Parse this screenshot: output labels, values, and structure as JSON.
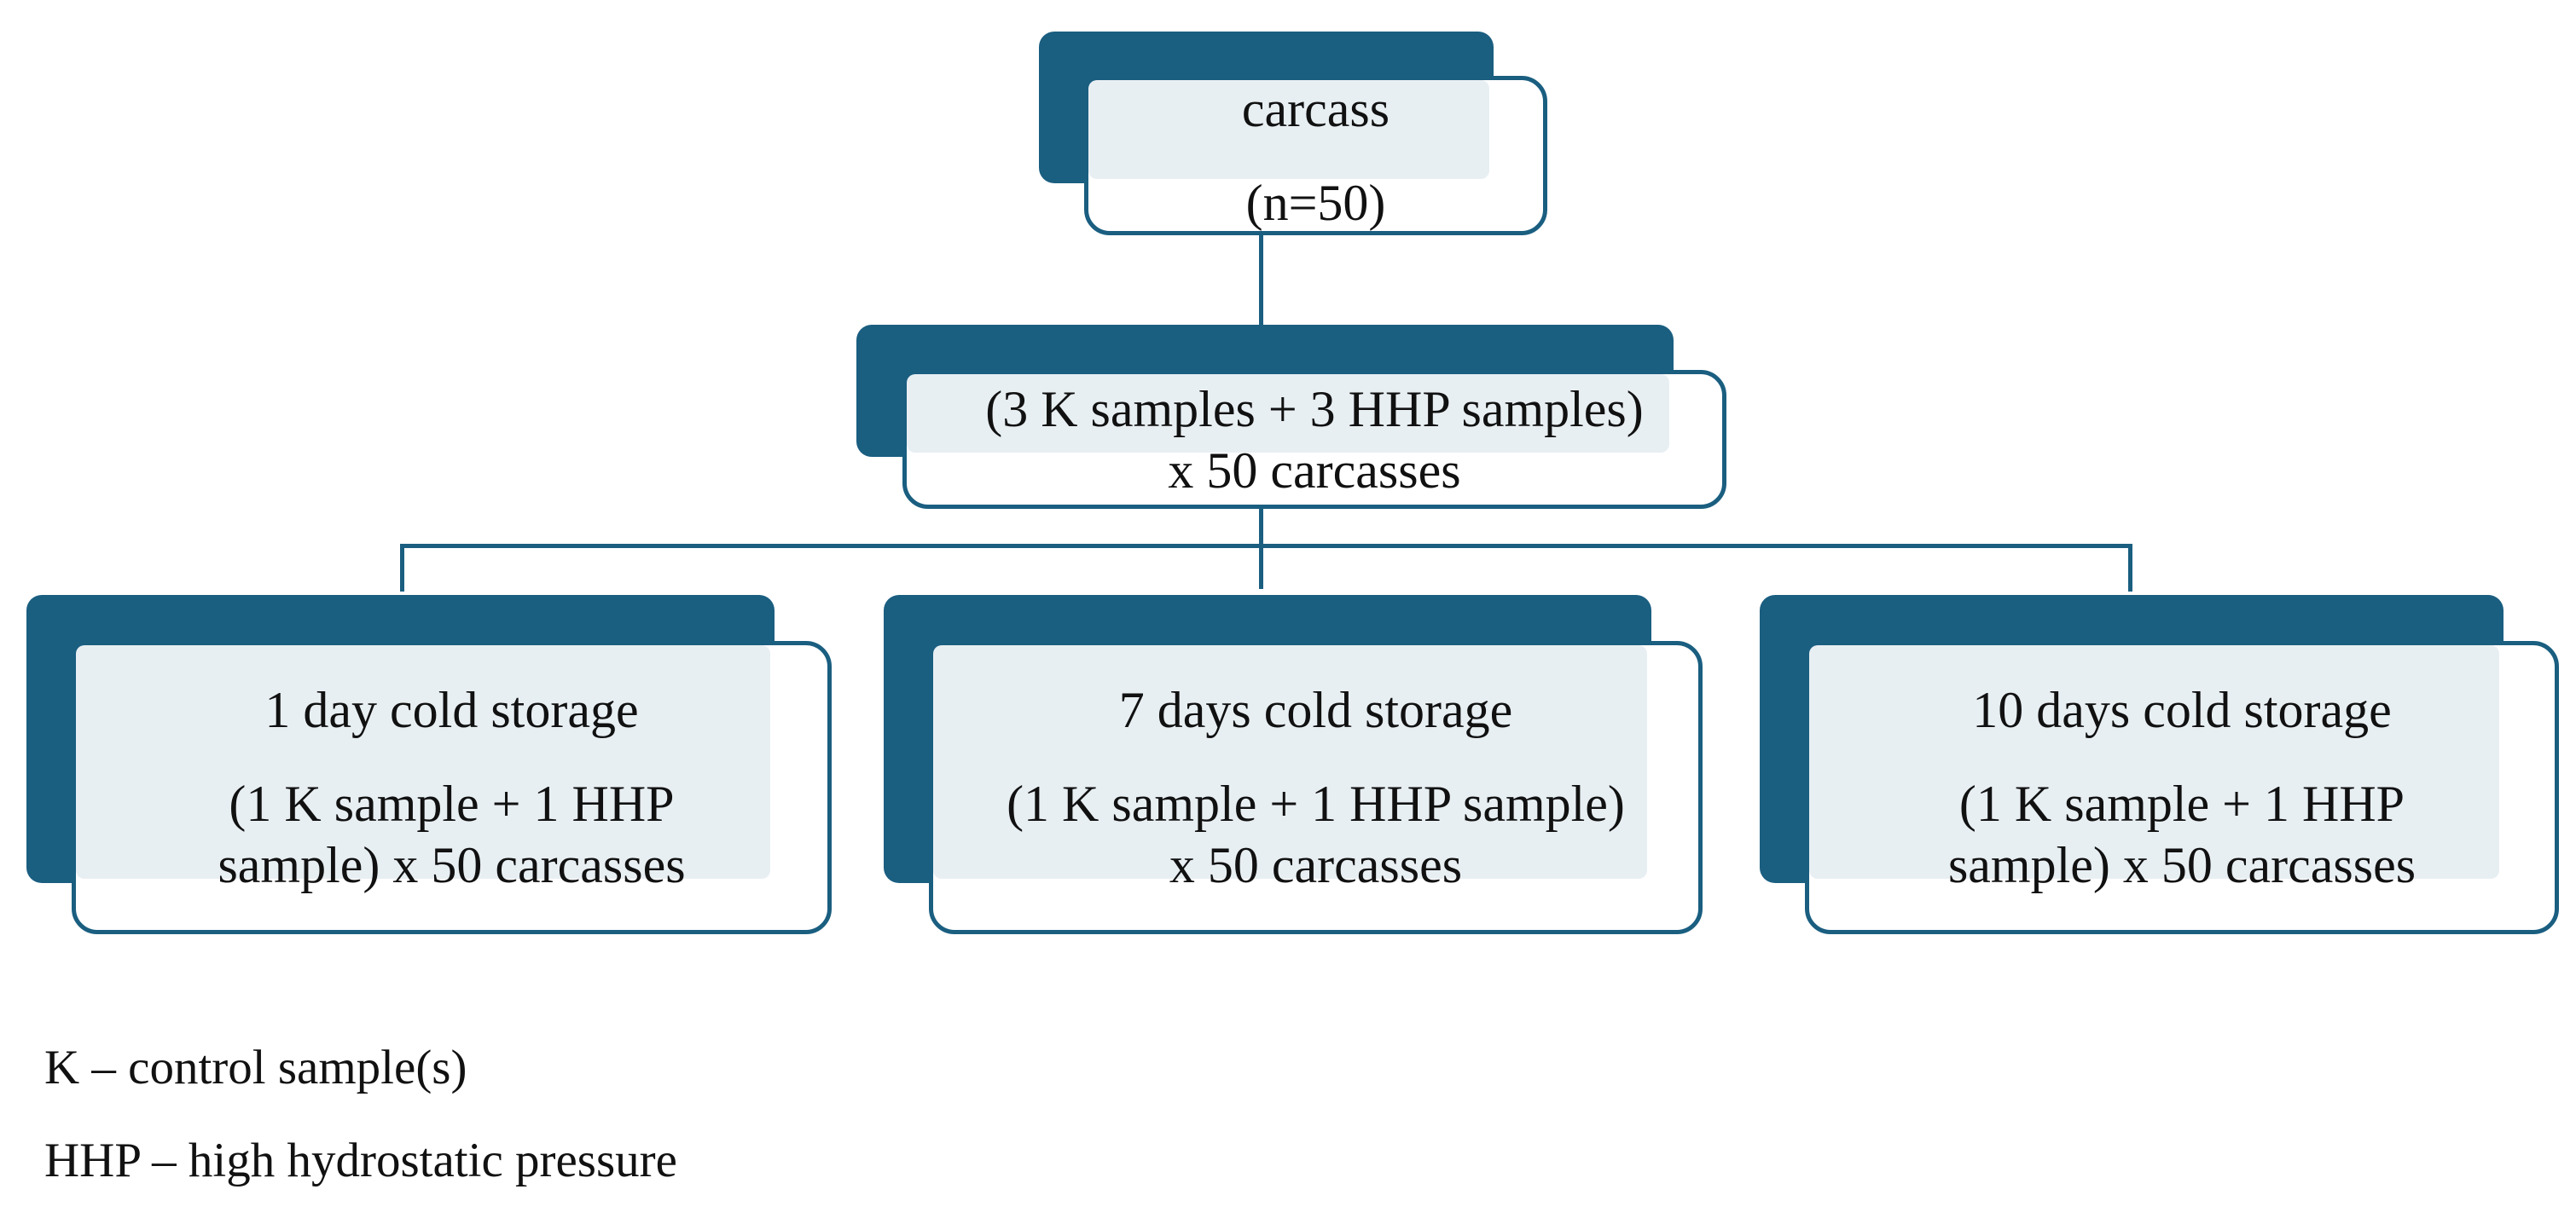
{
  "nodes": {
    "root": {
      "lines": [
        "carcass",
        "(n=50)"
      ]
    },
    "mid": {
      "lines": [
        "(3 K samples + 3 HHP samples)",
        "x 50 carcasses"
      ]
    },
    "day1": {
      "lines": [
        "1 day cold storage",
        "(1 K sample + 1 HHP",
        "sample) x 50 carcasses"
      ]
    },
    "day7": {
      "lines": [
        "7 days cold storage",
        "(1 K sample + 1 HHP sample)",
        "x 50 carcasses"
      ]
    },
    "day10": {
      "lines": [
        "10 days cold storage",
        "(1 K sample + 1 HHP",
        "sample) x 50 carcasses"
      ]
    }
  },
  "legend": {
    "k": "K – control sample(s)",
    "hhp": "HHP – high hydrostatic pressure"
  },
  "colors": {
    "accent": "#1a5e80",
    "box_fill": "#e8eff3",
    "background": "#ffffff"
  }
}
